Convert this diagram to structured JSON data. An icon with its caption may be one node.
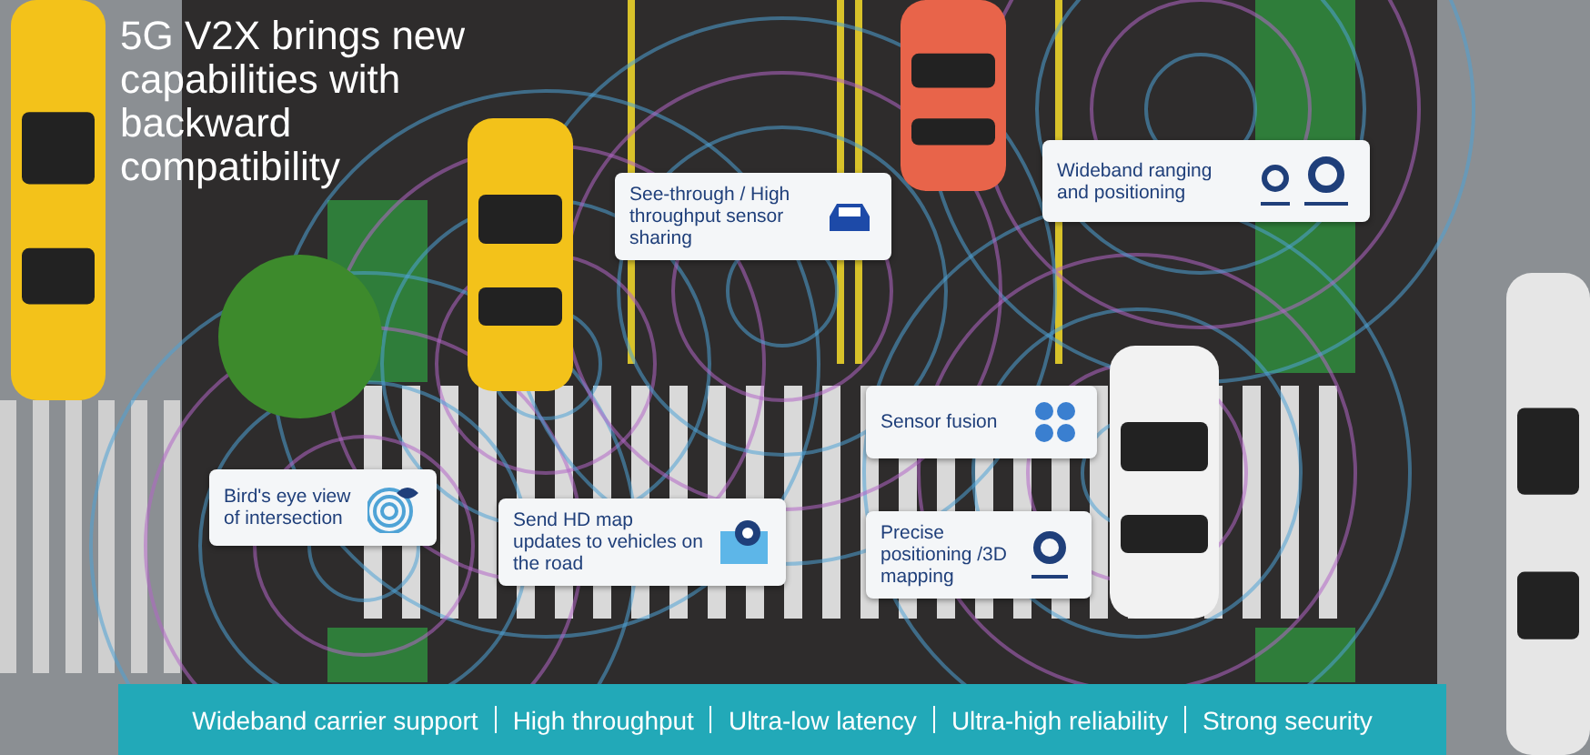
{
  "diagram": {
    "title": "5G V2X brings new capabilities with backward compatibility",
    "nodes": [
      {
        "text": [
          "See-through / High throughput sensor sharing"
        ]
      },
      {
        "text": [
          "Wideband ranging and positioning"
        ]
      },
      {
        "text": [
          "Sensor fusion"
        ]
      },
      {
        "text": [
          "Bird's eye view of intersection"
        ]
      },
      {
        "text": [
          "Send HD map updates to vehicles on the road"
        ]
      },
      {
        "text": [
          "Precise positioning /3D mapping"
        ]
      },
      {
        "text": [
          "Wideband carrier support",
          "High throughput",
          "Ultra-low latency",
          "Ultra-high reliability",
          "Strong security"
        ]
      }
    ],
    "edges": []
  }
}
